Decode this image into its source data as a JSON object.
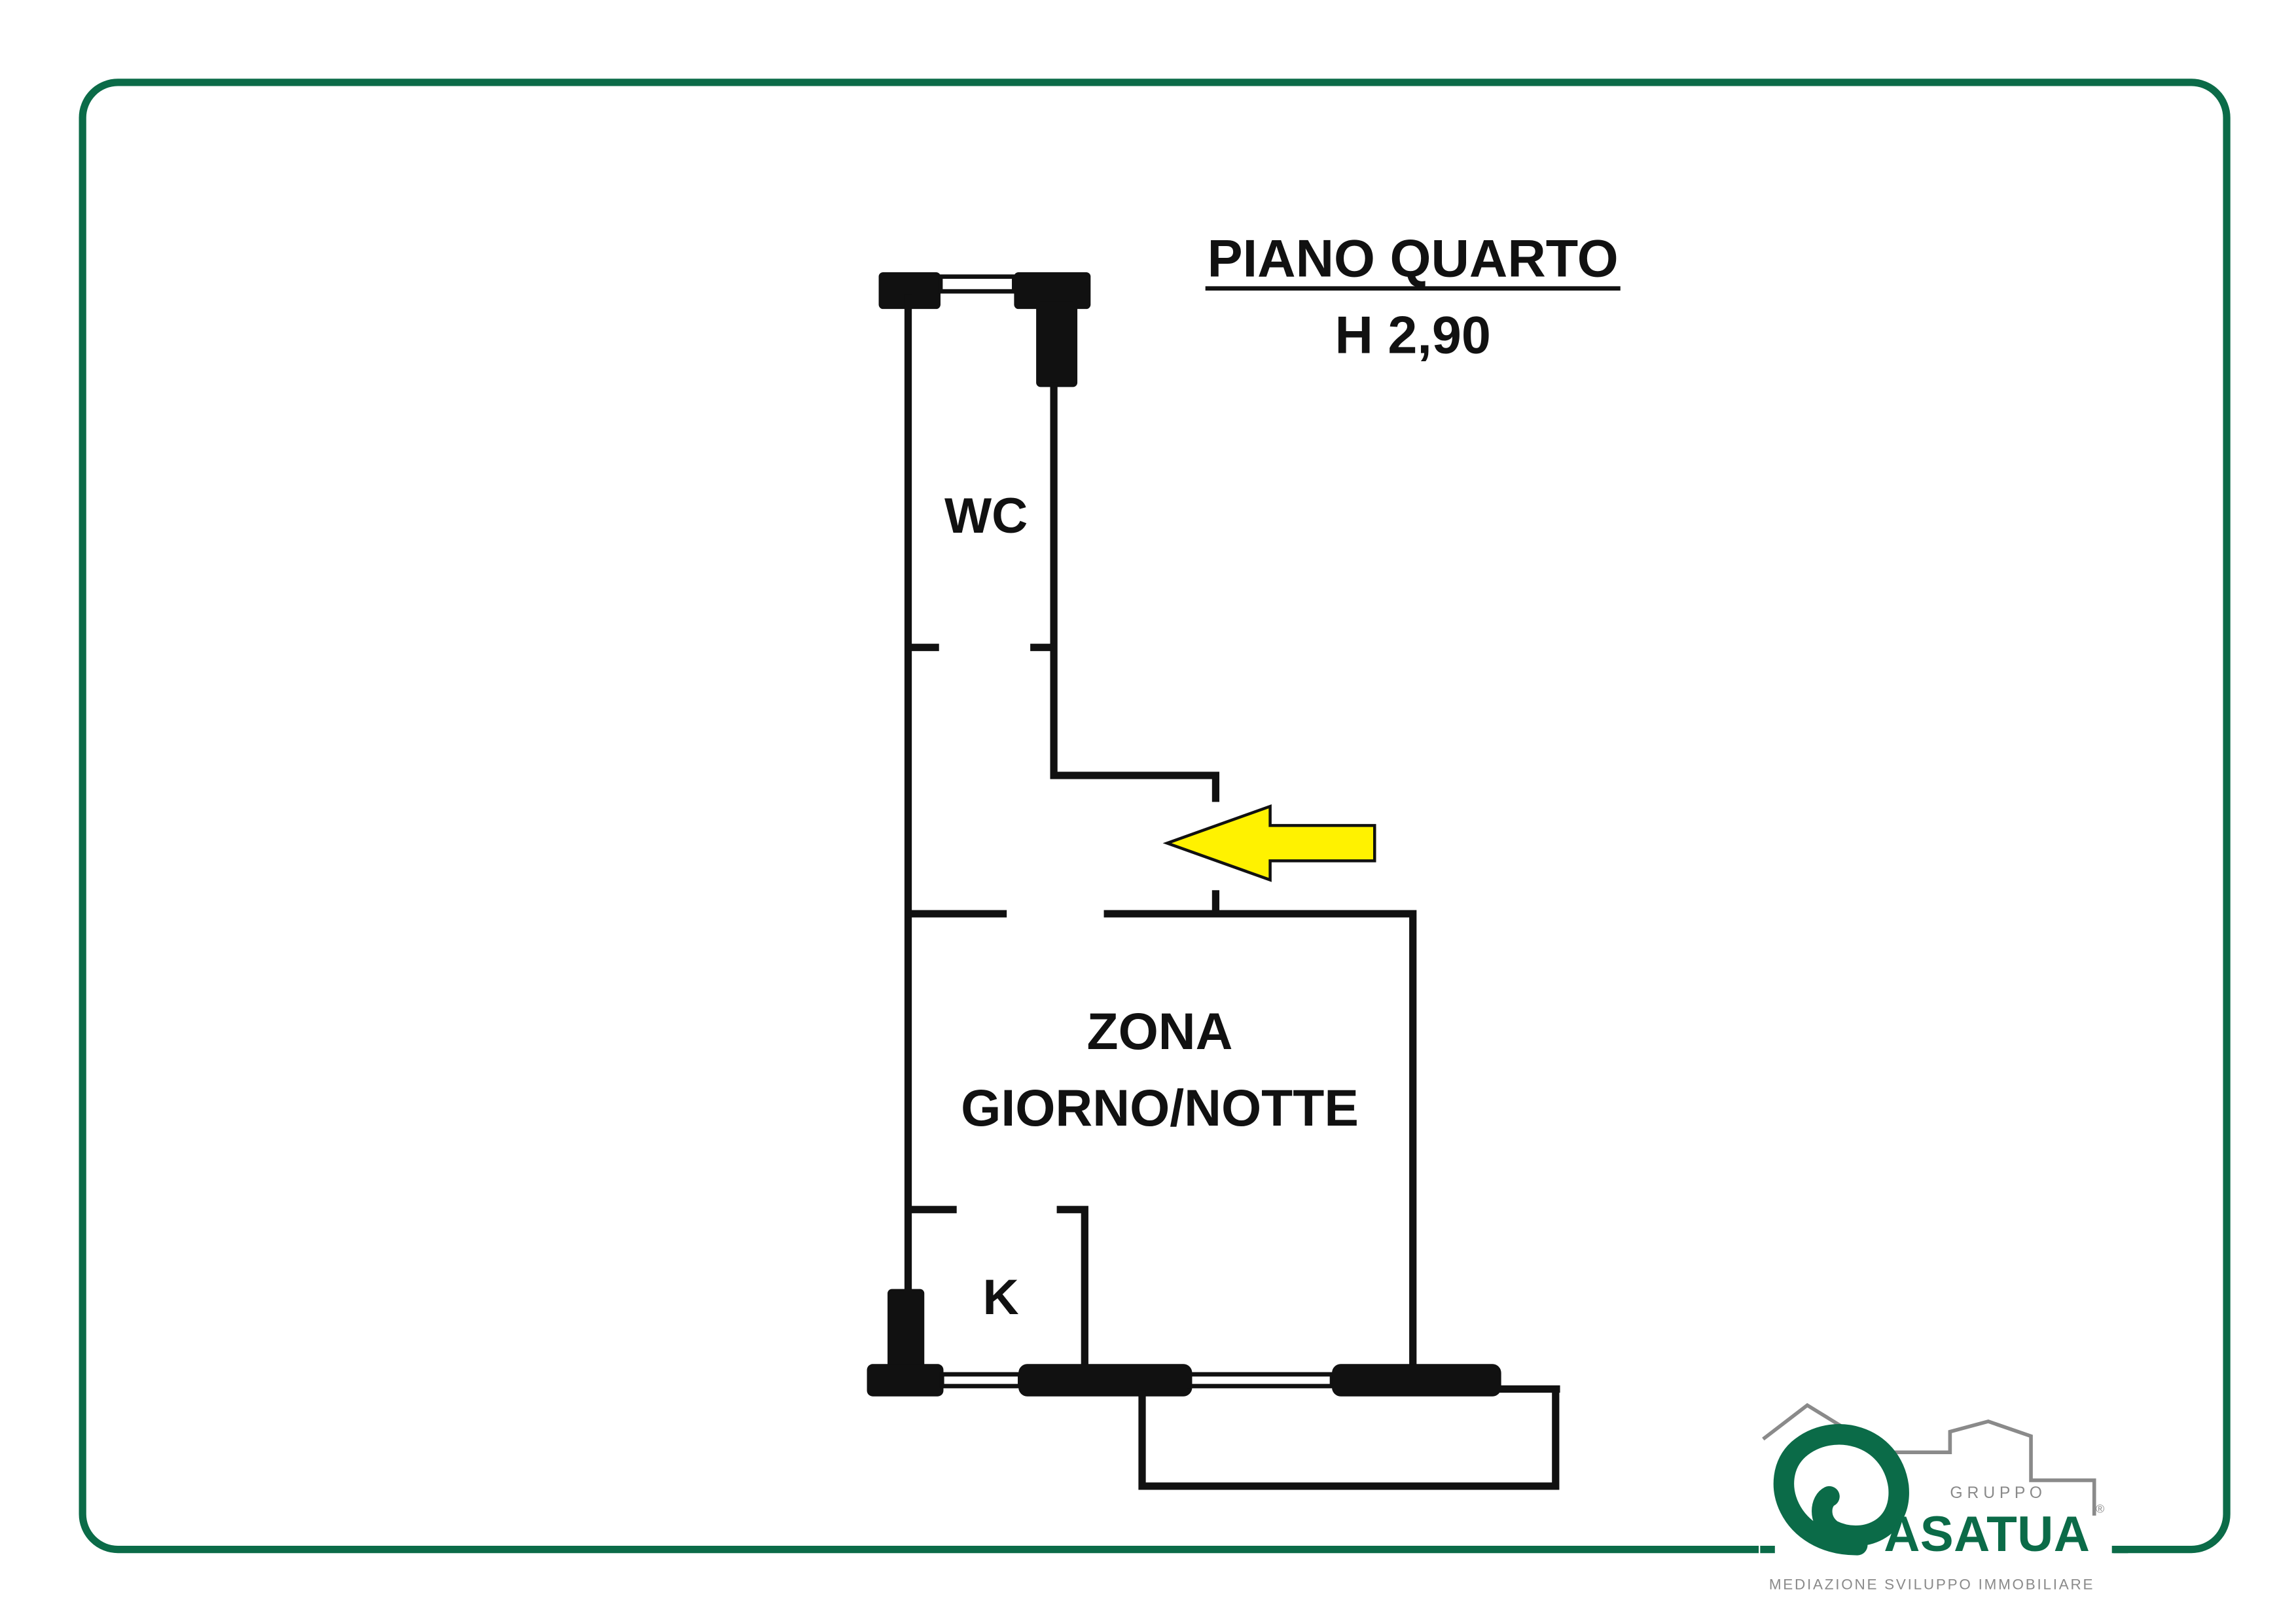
{
  "title": {
    "floor": "PIANO QUARTO",
    "height": "H 2,90"
  },
  "rooms": {
    "wc": "WC",
    "zona_line1": "ZONA",
    "zona_line2": "GIORNO/NOTTE",
    "kitchen": "K"
  },
  "logo": {
    "gruppo": "G R U P P O",
    "brand": "ASATUA",
    "registered": "®",
    "tagline": "MEDIAZIONE SVILUPPO IMMOBILIARE"
  },
  "colors": {
    "brand_green": "#0b6b48",
    "arrow_yellow": "#fff200",
    "logo_gray": "#8a8a8a"
  }
}
